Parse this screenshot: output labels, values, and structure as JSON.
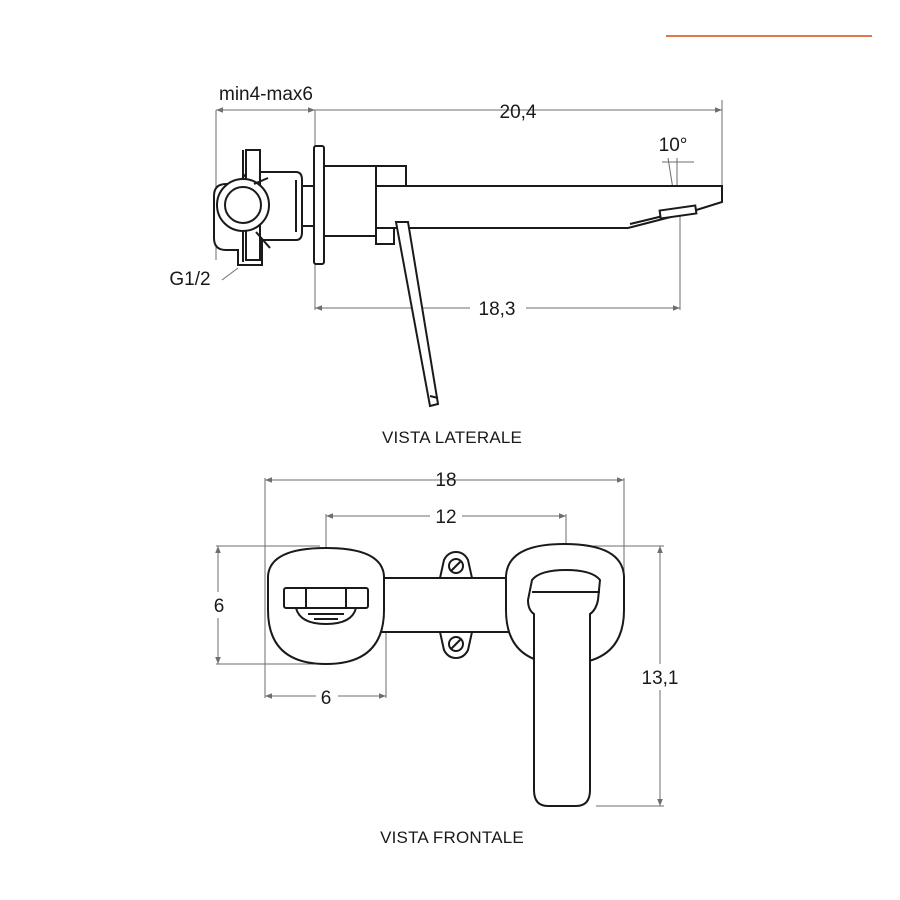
{
  "colors": {
    "accent": "#E0784A",
    "line": "#1a1a1a",
    "dim_line": "#6e6e6e"
  },
  "side_view": {
    "caption": "VISTA LATERALE",
    "dim_wall": "min4-max6",
    "dim_total": "20,4",
    "dim_angle": "10°",
    "dim_thread": "G1/2",
    "dim_spout": "18,3"
  },
  "front_view": {
    "caption": "VISTA FRONTALE",
    "dim_width": "18",
    "dim_centers": "12",
    "dim_left_height": "6",
    "dim_left_width": "6",
    "dim_total_height": "13,1"
  }
}
